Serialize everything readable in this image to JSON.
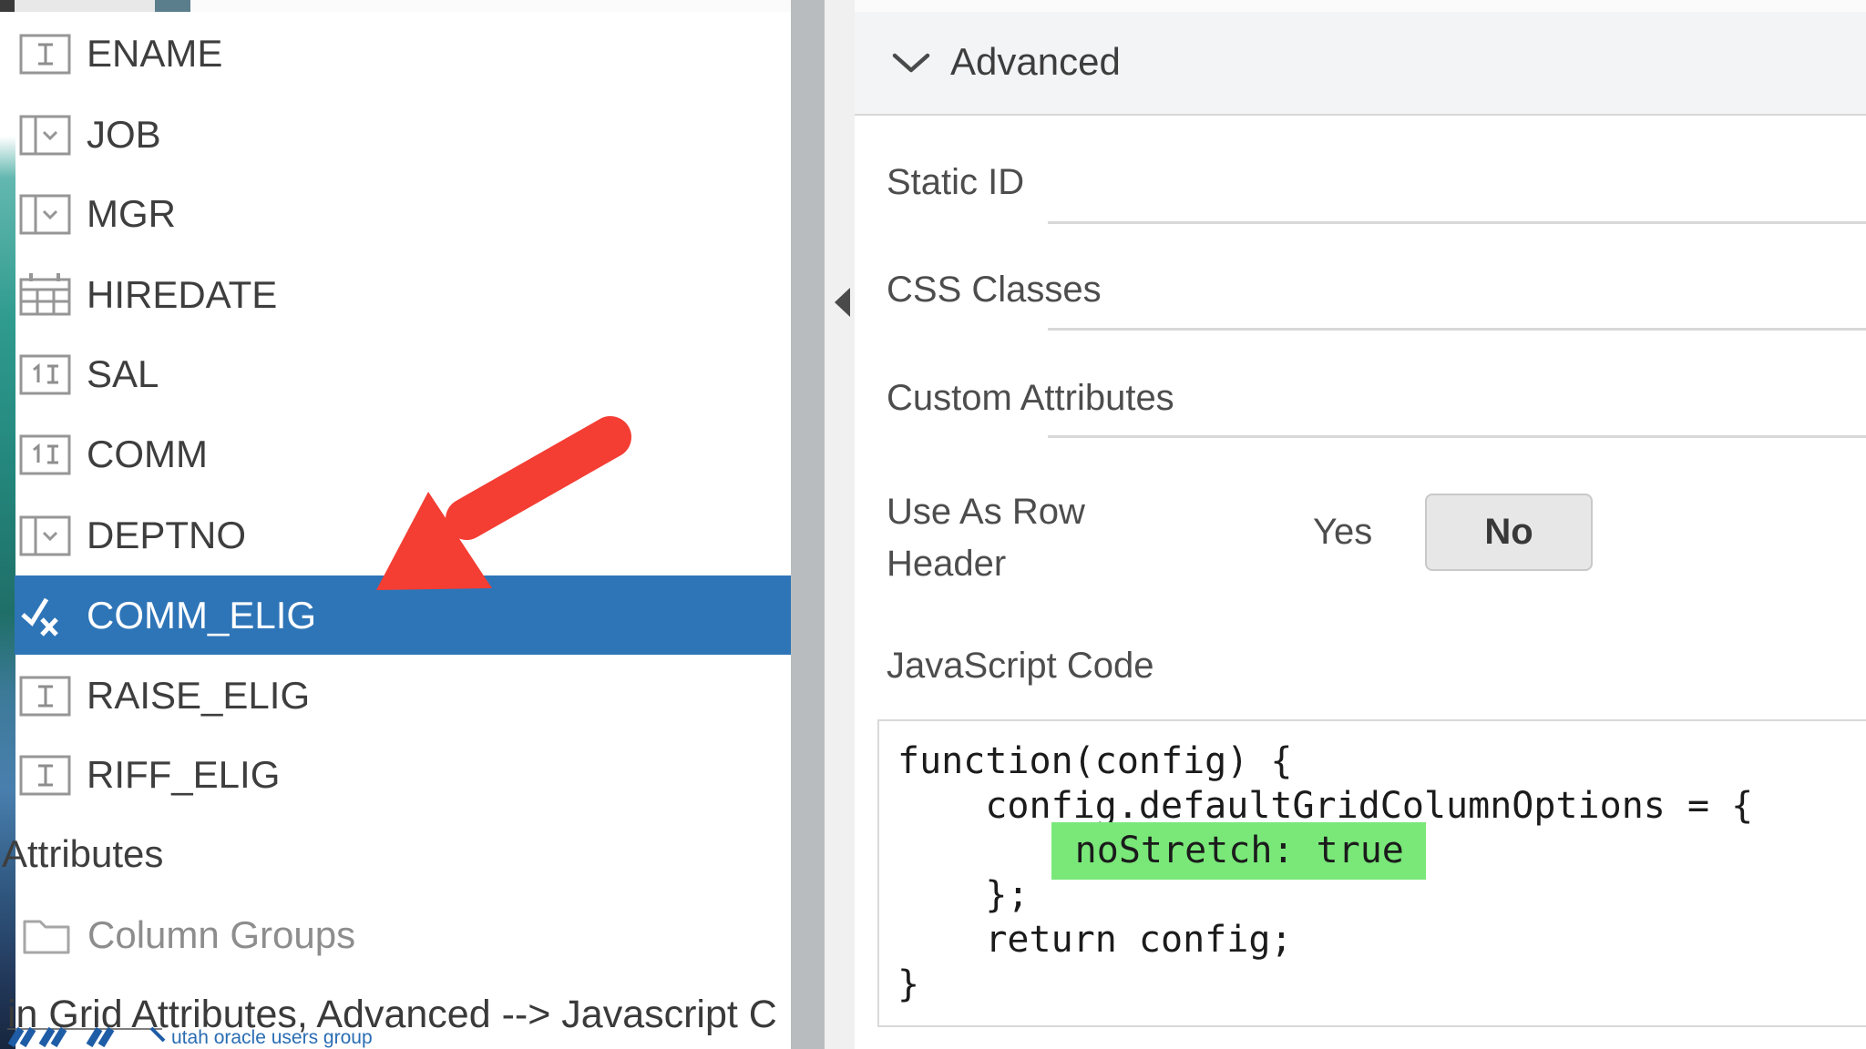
{
  "left_panel": {
    "columns": [
      {
        "label": "ENAME",
        "icon": "text-field"
      },
      {
        "label": "JOB",
        "icon": "select-list"
      },
      {
        "label": "MGR",
        "icon": "select-list"
      },
      {
        "label": "HIREDATE",
        "icon": "date-picker"
      },
      {
        "label": "SAL",
        "icon": "number-field"
      },
      {
        "label": "COMM",
        "icon": "number-field"
      },
      {
        "label": "DEPTNO",
        "icon": "select-list"
      },
      {
        "label": "COMM_ELIG",
        "icon": "yes-no-checkbox",
        "selected": "true"
      },
      {
        "label": "RAISE_ELIG",
        "icon": "text-field"
      },
      {
        "label": "RIFF_ELIG",
        "icon": "text-field"
      }
    ],
    "attributes_label": "Attributes",
    "column_groups_label": "Column Groups",
    "caption": "in Grid Attributes, Advanced --> Javascript C",
    "logo_text": "utah oracle users group"
  },
  "right_panel": {
    "section_title": "Advanced",
    "fields": [
      {
        "label": "Static ID",
        "value": ""
      },
      {
        "label": "CSS Classes",
        "value": ""
      },
      {
        "label": "Custom Attributes",
        "value": ""
      }
    ],
    "use_as_row_header": {
      "label_line1": "Use As Row",
      "label_line2": "Header",
      "option_yes": "Yes",
      "option_no": "No",
      "selected": "No"
    },
    "javascript_code": {
      "label": "JavaScript Code",
      "line1": "function(config) {",
      "line2": "    config.defaultGridColumnOptions = {",
      "line3_prefix": "       ",
      "line3_highlight": " noStretch: true",
      "line4": "    };",
      "line5": "    return config;",
      "line6": "}"
    }
  },
  "colors": {
    "selection_blue": "#2e75b8",
    "arrow_red": "#f43d33",
    "code_highlight_green": "#79e879",
    "divider_gray": "#b9bcbe",
    "header_band": "#f3f4f5"
  }
}
